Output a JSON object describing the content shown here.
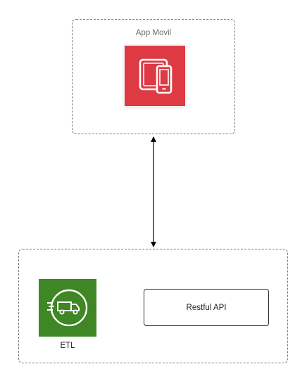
{
  "groups": {
    "top": {
      "label": "App Movil"
    },
    "bottom": {
      "label": ""
    }
  },
  "nodes": {
    "app_movil": {
      "icon": "tablet-phone-icon",
      "color": "#dd3a44"
    },
    "etl": {
      "label": "ETL",
      "icon": "delivery-truck-icon",
      "color": "#3f8624"
    },
    "restful_api": {
      "label": "Restful API"
    }
  },
  "edges": [
    {
      "from": "App Movil",
      "to": "Restful API",
      "direction": "bidirectional"
    }
  ]
}
